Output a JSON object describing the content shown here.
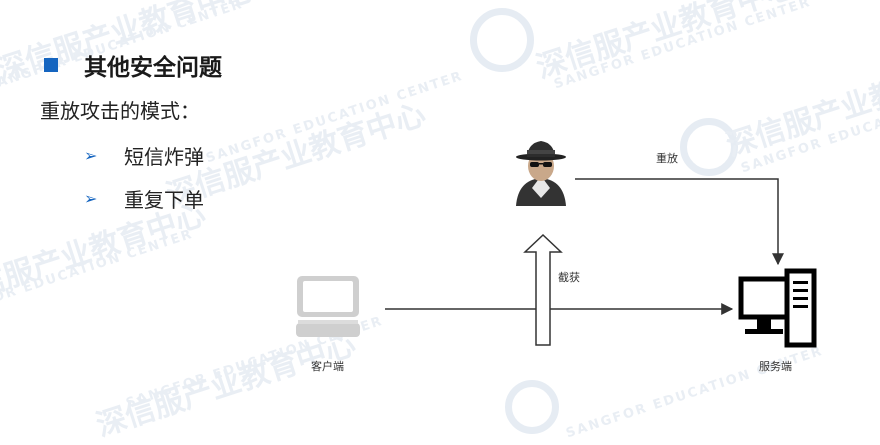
{
  "slide": {
    "title": "其他安全问题",
    "subtitle": "重放攻击的模式：",
    "bullets": [
      {
        "marker": "➢",
        "text": "短信炸弹"
      },
      {
        "marker": "➢",
        "text": "重复下单"
      }
    ]
  },
  "diagram": {
    "client_label": "客户端",
    "server_label": "服务端",
    "intercept_label": "截获",
    "replay_label": "重放",
    "icons": {
      "client": "laptop-icon",
      "server": "desktop-computer-icon",
      "attacker": "hacker-spy-icon"
    }
  },
  "watermark": {
    "cn": "深信服产业教育中心",
    "en": "SANGFOR EDUCATION CENTER"
  },
  "colors": {
    "accent": "#1565c0",
    "line": "#333333"
  }
}
